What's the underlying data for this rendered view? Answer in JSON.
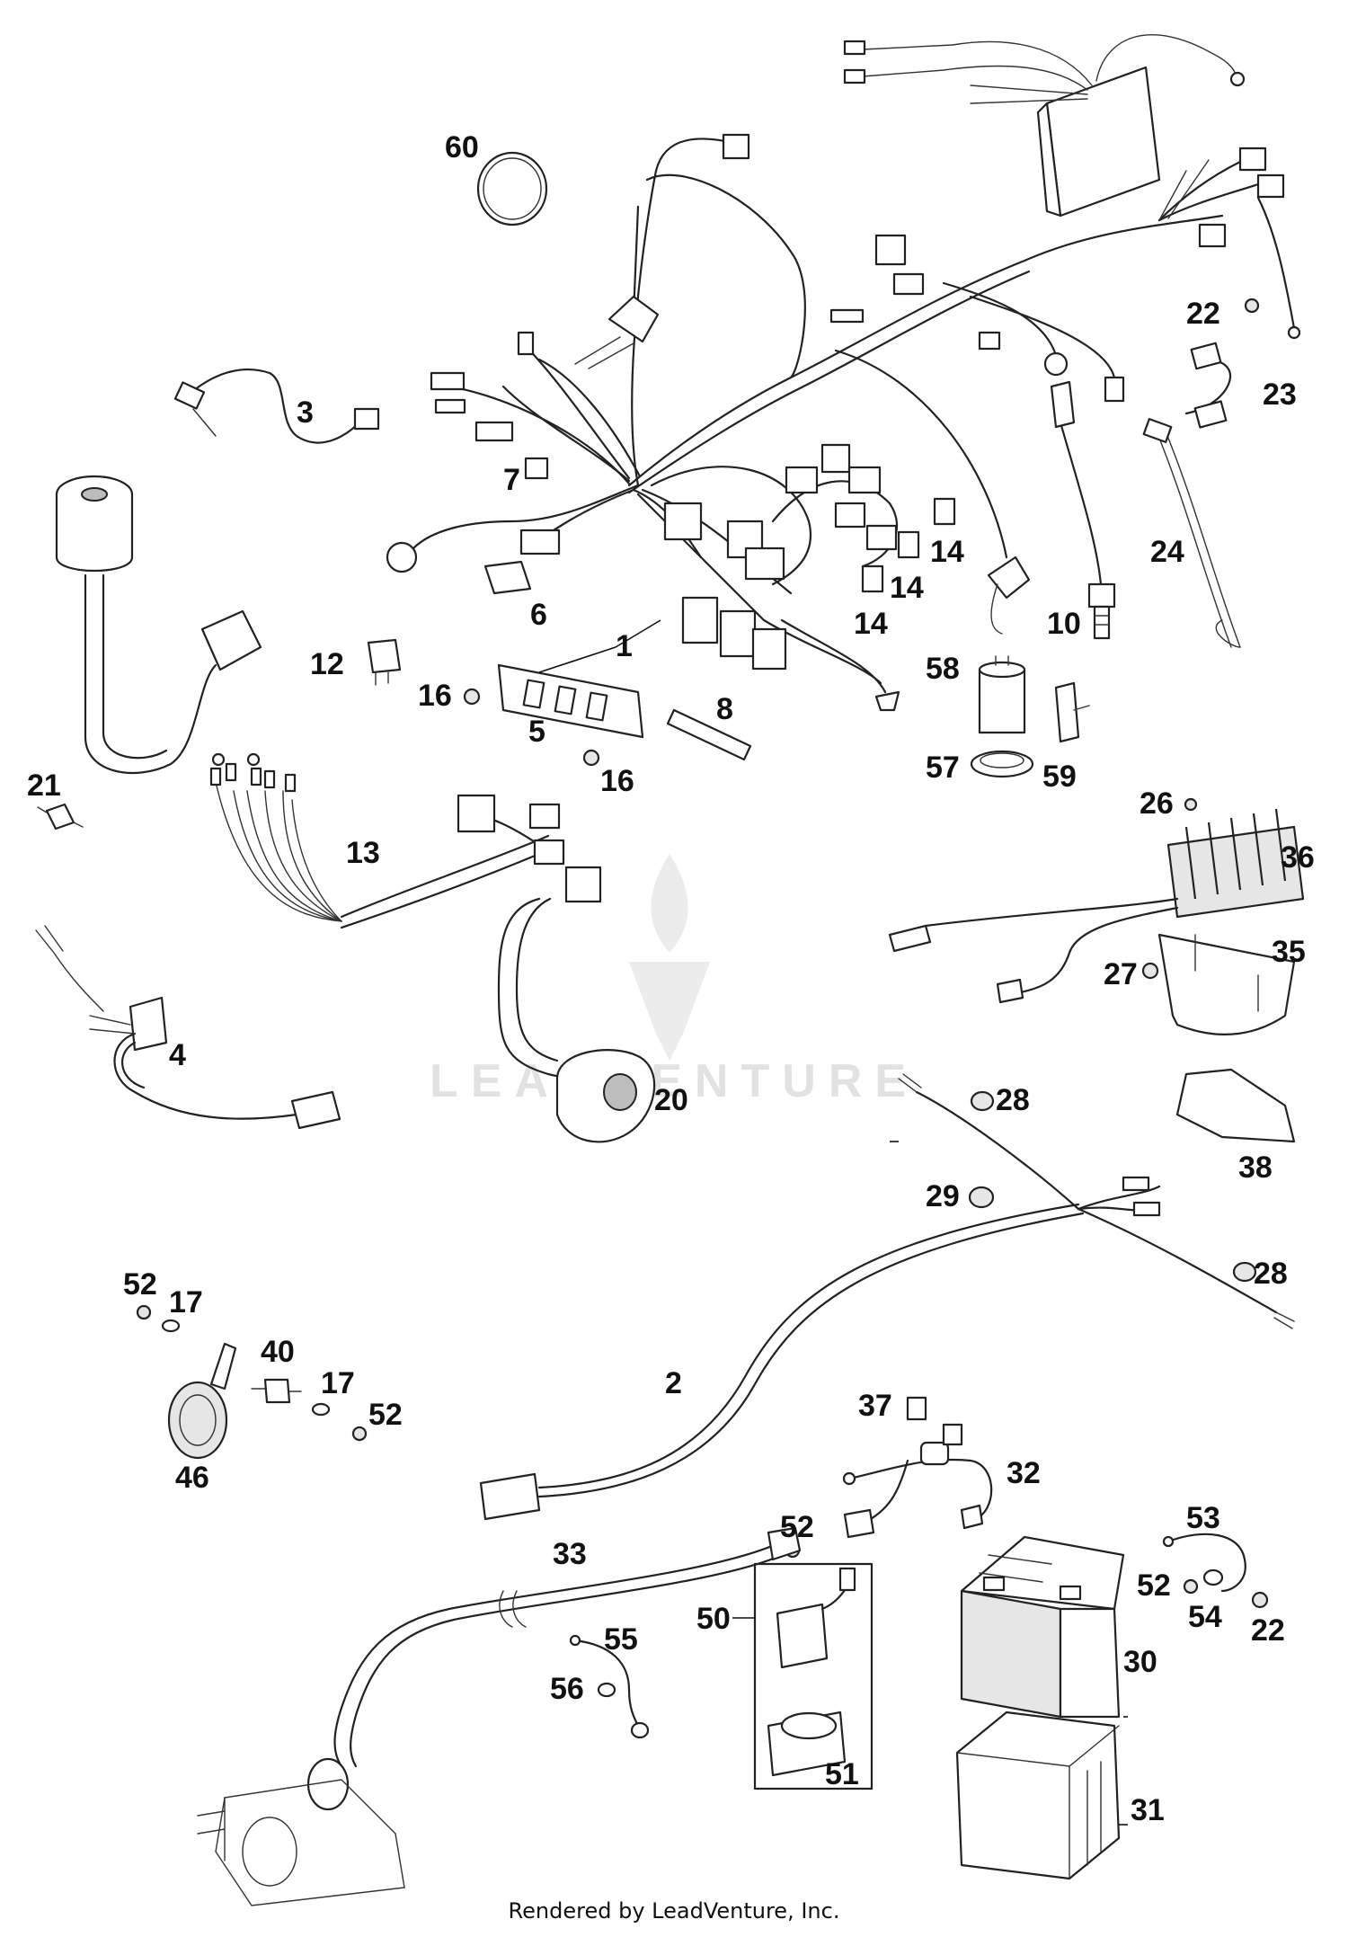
{
  "footer": "Rendered by LeadVenture, Inc.",
  "watermark": "LEADVENTURE",
  "callouts": [
    {
      "id": "1",
      "text": "1"
    },
    {
      "id": "2",
      "text": "2"
    },
    {
      "id": "3",
      "text": "3"
    },
    {
      "id": "4",
      "text": "4"
    },
    {
      "id": "5",
      "text": "5"
    },
    {
      "id": "6",
      "text": "6"
    },
    {
      "id": "7",
      "text": "7"
    },
    {
      "id": "8",
      "text": "8"
    },
    {
      "id": "10",
      "text": "10"
    },
    {
      "id": "12",
      "text": "12"
    },
    {
      "id": "13",
      "text": "13"
    },
    {
      "id": "14a",
      "text": "14"
    },
    {
      "id": "14b",
      "text": "14"
    },
    {
      "id": "14c",
      "text": "14"
    },
    {
      "id": "16a",
      "text": "16"
    },
    {
      "id": "16b",
      "text": "16"
    },
    {
      "id": "17a",
      "text": "17"
    },
    {
      "id": "17b",
      "text": "17"
    },
    {
      "id": "20",
      "text": "20"
    },
    {
      "id": "21",
      "text": "21"
    },
    {
      "id": "22a",
      "text": "22"
    },
    {
      "id": "22b",
      "text": "22"
    },
    {
      "id": "23",
      "text": "23"
    },
    {
      "id": "24",
      "text": "24"
    },
    {
      "id": "26",
      "text": "26"
    },
    {
      "id": "27",
      "text": "27"
    },
    {
      "id": "28a",
      "text": "28"
    },
    {
      "id": "28b",
      "text": "28"
    },
    {
      "id": "29",
      "text": "29"
    },
    {
      "id": "30",
      "text": "30"
    },
    {
      "id": "31",
      "text": "31"
    },
    {
      "id": "32",
      "text": "32"
    },
    {
      "id": "33",
      "text": "33"
    },
    {
      "id": "35",
      "text": "35"
    },
    {
      "id": "36",
      "text": "36"
    },
    {
      "id": "37",
      "text": "37"
    },
    {
      "id": "38",
      "text": "38"
    },
    {
      "id": "40",
      "text": "40"
    },
    {
      "id": "46",
      "text": "46"
    },
    {
      "id": "50",
      "text": "50"
    },
    {
      "id": "51",
      "text": "51"
    },
    {
      "id": "52a",
      "text": "52"
    },
    {
      "id": "52b",
      "text": "52"
    },
    {
      "id": "52c",
      "text": "52"
    },
    {
      "id": "52d",
      "text": "52"
    },
    {
      "id": "53",
      "text": "53"
    },
    {
      "id": "54",
      "text": "54"
    },
    {
      "id": "55",
      "text": "55"
    },
    {
      "id": "56",
      "text": "56"
    },
    {
      "id": "57",
      "text": "57"
    },
    {
      "id": "58",
      "text": "58"
    },
    {
      "id": "59",
      "text": "59"
    },
    {
      "id": "60",
      "text": "60"
    }
  ]
}
